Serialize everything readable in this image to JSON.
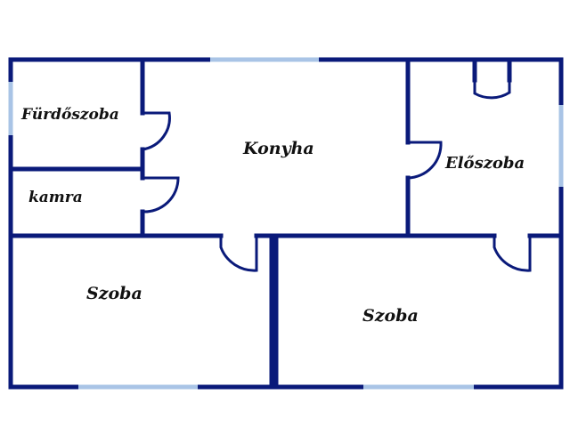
{
  "rooms": {
    "bathroom": "Fürdőszoba",
    "pantry": "kamra",
    "kitchen": "Konyha",
    "hallway": "Előszoba",
    "room_left": "Szoba",
    "room_right": "Szoba"
  },
  "colors": {
    "wall": "#0a1a7a",
    "window": "#a9c4e6",
    "background": "#ffffff",
    "text": "#111111"
  }
}
